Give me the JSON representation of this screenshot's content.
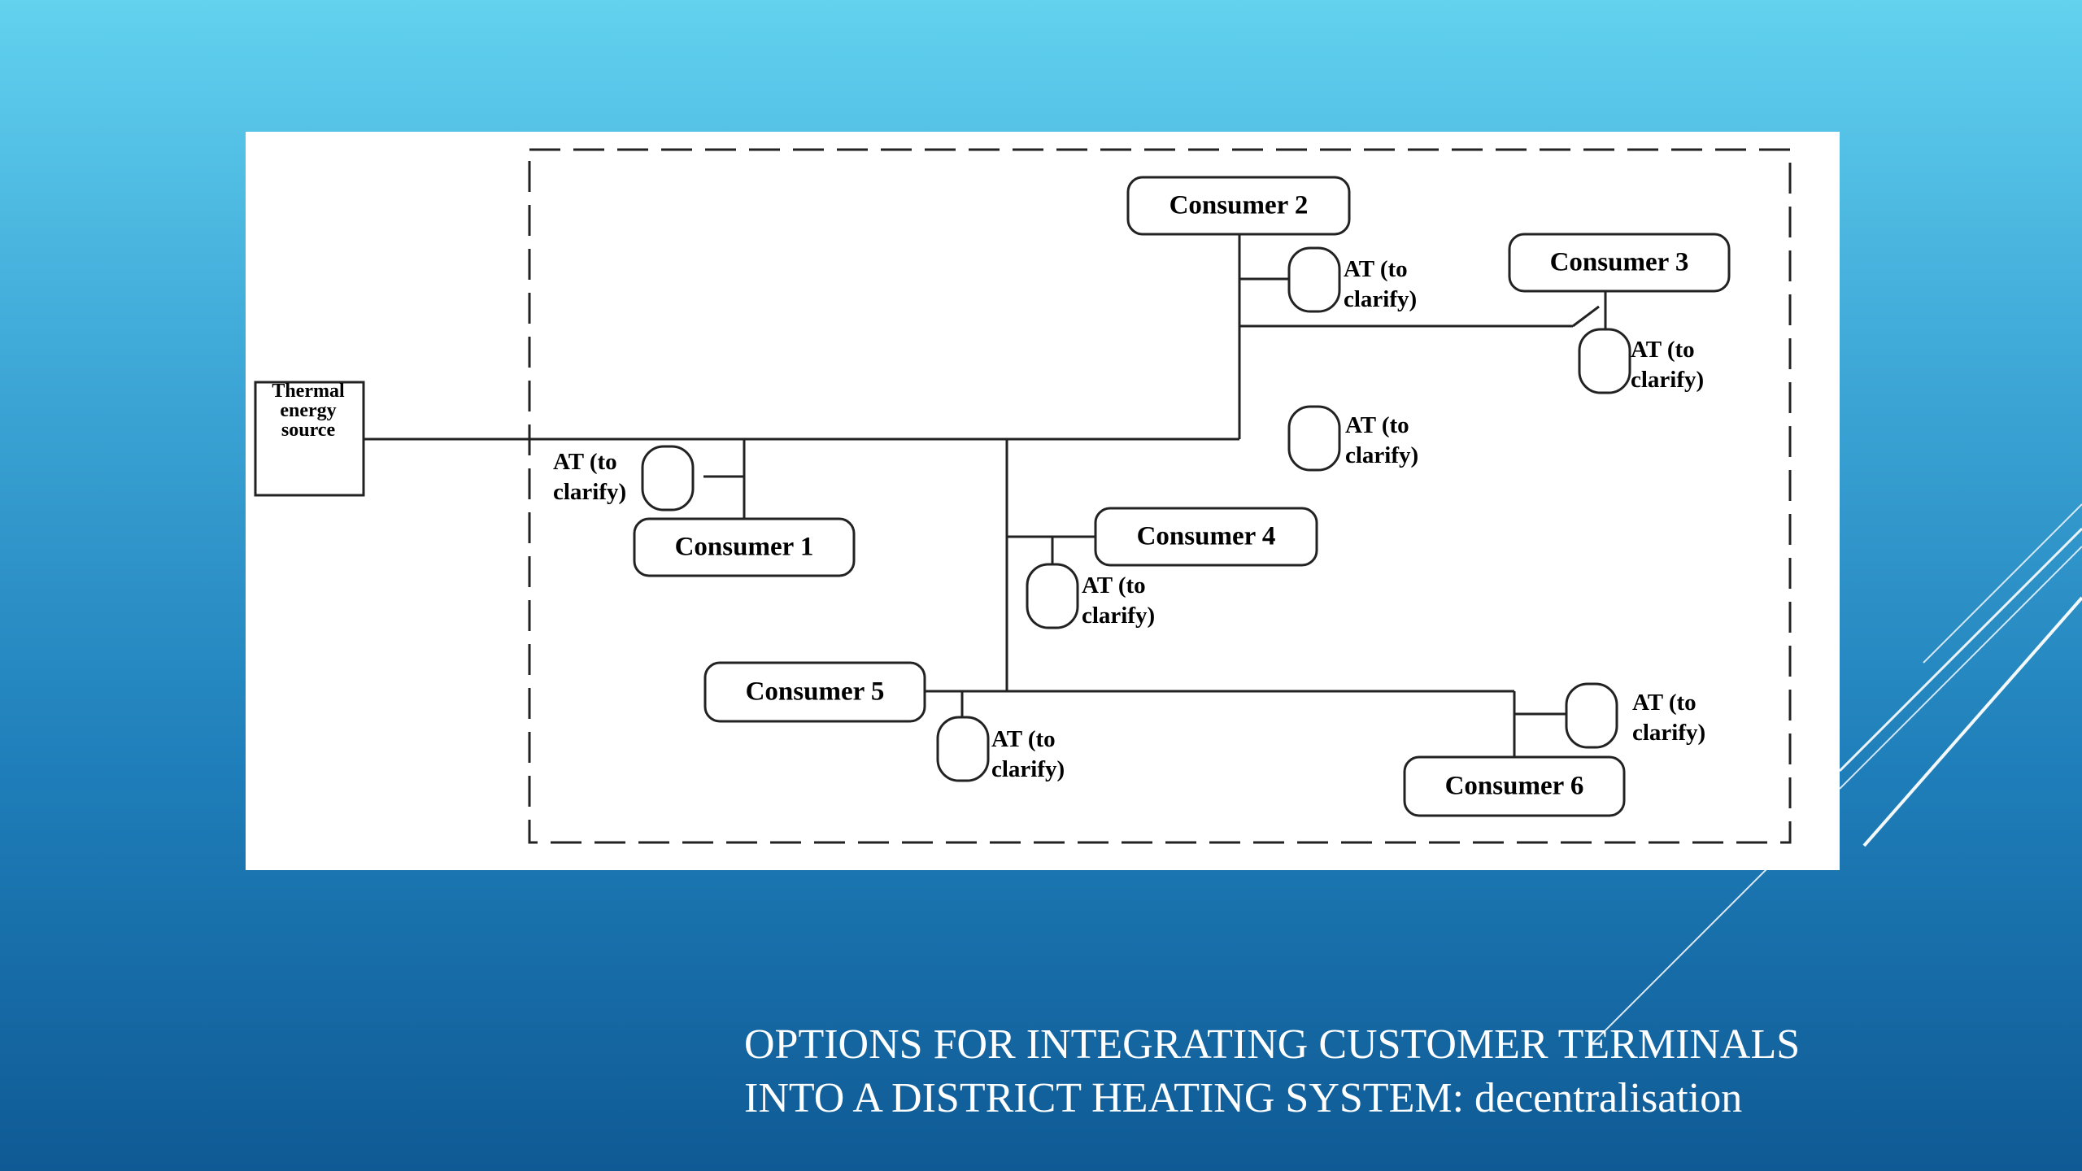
{
  "slide": {
    "title_line1": "OPTIONS FOR INTEGRATING CUSTOMER TERMINALS",
    "title_line2": "INTO A DISTRICT HEATING SYSTEM: decentralisation"
  },
  "diagram": {
    "source_label": "Thermal\nenergy\nsource",
    "consumers": [
      "Consumer 1",
      "Consumer 2",
      "Consumer 3",
      "Consumer 4",
      "Consumer 5",
      "Consumer 6"
    ],
    "at_label": "AT (to\nclarify)"
  },
  "colors": {
    "line": "#222222",
    "panel": "#ffffff",
    "title": "#ffffff"
  }
}
